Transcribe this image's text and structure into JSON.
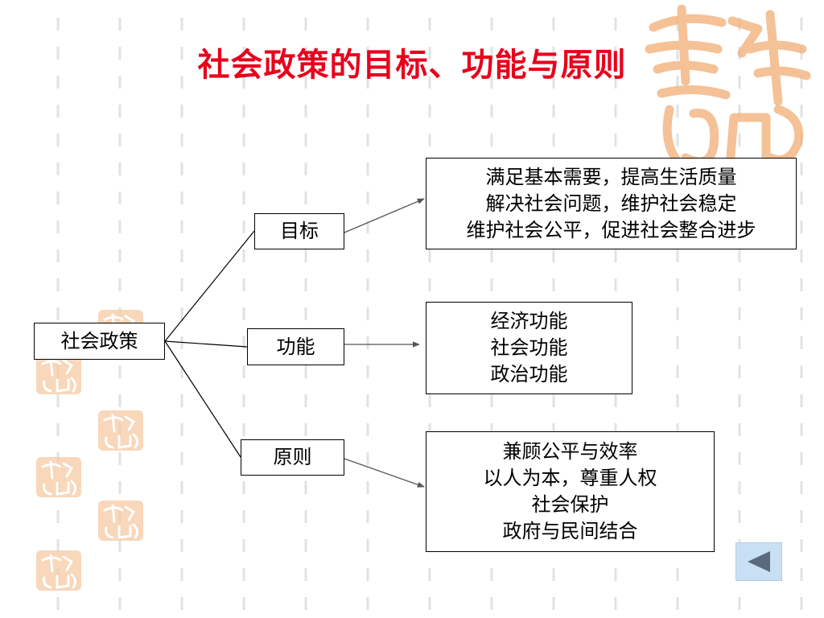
{
  "title": "社会政策的目标、功能与原则",
  "root": {
    "label": "社会政策"
  },
  "branches": [
    {
      "label": "目标",
      "details": [
        "满足基本需要，提高生活质量",
        "解决社会问题，维护社会稳定",
        "维护社会公平，促进社会整合进步"
      ]
    },
    {
      "label": "功能",
      "details": [
        "经济功能",
        "社会功能",
        "政治功能"
      ]
    },
    {
      "label": "原则",
      "details": [
        "兼顾公平与效率",
        "以人为本，尊重人权",
        "社会保护",
        "政府与民间结合"
      ]
    }
  ],
  "decoration": {
    "seal_text": "吉祥如意"
  },
  "nav": {
    "back_icon": "triangle-left-icon"
  },
  "colors": {
    "title": "#e8001c",
    "seal": "#f4b98a",
    "button": "#c9dff4",
    "arrow": "#555555"
  }
}
